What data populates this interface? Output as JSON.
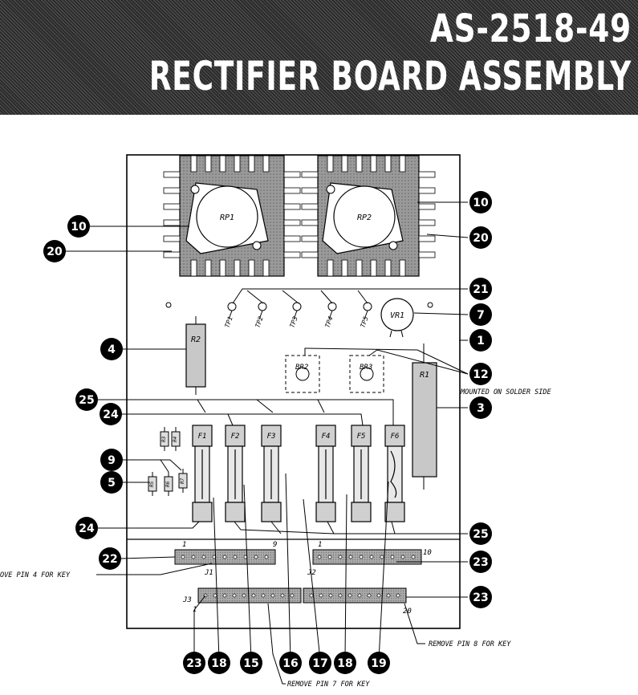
{
  "header": {
    "title_line1": "AS-2518-49",
    "title_line2": "RECTIFIER BOARD ASSEMBLY"
  },
  "board": {
    "heatsinks": [
      {
        "label": "RP1"
      },
      {
        "label": "RP2"
      }
    ],
    "fuses": [
      "F1",
      "F2",
      "F3",
      "F4",
      "F5",
      "F6"
    ],
    "resistor_r1": "R1",
    "resistor_r2": "R2",
    "varistor": "VR1",
    "bridges": [
      "BR2",
      "BR3"
    ],
    "test_points": [
      "TP1",
      "TP2",
      "TP3",
      "TP4",
      "TP5"
    ],
    "small_resistors": [
      "R3",
      "R4",
      "R5",
      "R6",
      "R7"
    ],
    "connectors": {
      "j1": {
        "label": "J1",
        "pin_first": "1",
        "pin_last": "9"
      },
      "j2": {
        "label": "J2",
        "pin_first": "1",
        "pin_last": "10"
      },
      "j3": {
        "label": "J3",
        "pin_first": "1",
        "pin_last": "20"
      }
    }
  },
  "callouts": [
    "10",
    "20",
    "10",
    "20",
    "21",
    "7",
    "1",
    "4",
    "12",
    "25",
    "3",
    "24",
    "9",
    "5",
    "24",
    "25",
    "22",
    "23",
    "23",
    "23",
    "18",
    "15",
    "16",
    "17",
    "18",
    "19"
  ],
  "notes": {
    "mounted": "MOUNTED ON SOLDER SIDE",
    "remove_pin4": "OVE PIN 4 FOR KEY",
    "remove_pin8": "REMOVE PIN 8 FOR KEY",
    "remove_pin7": "REMOVE PIN 7 FOR KEY"
  }
}
